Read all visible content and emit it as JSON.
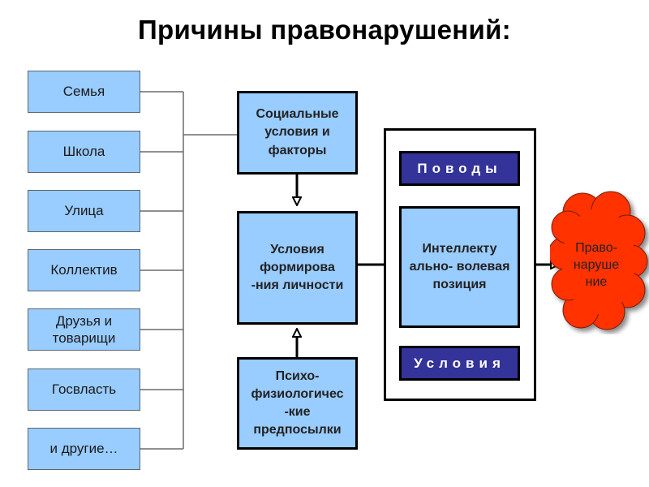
{
  "title": "Причины правонарушений:",
  "sources": [
    {
      "label": "Семья"
    },
    {
      "label": "Школа"
    },
    {
      "label": "Улица"
    },
    {
      "label": "Коллектив"
    },
    {
      "label": "Друзья и товарищи"
    },
    {
      "label": "Госвласть"
    },
    {
      "label": "и другие…"
    }
  ],
  "social_factors": "Социальные условия и факторы",
  "personality_conditions": "Условия формирова -ния личности",
  "psychophysiological": "Психо- физиологичес -кие предпосылки",
  "reasons": "Поводы",
  "conditions": "Условия",
  "position": "Интеллекту ально- волевая позиция",
  "offense": "Право- наруше ние",
  "colors": {
    "light_box": "#99ccff",
    "dark_box": "#333399",
    "cloud": "#ff3300"
  }
}
